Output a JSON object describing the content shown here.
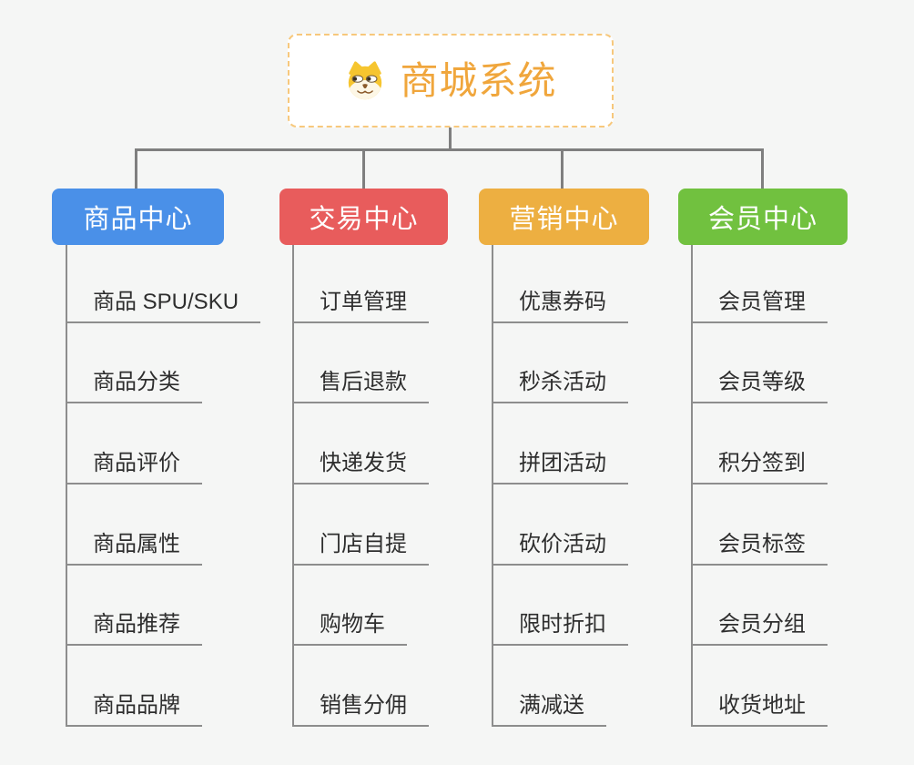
{
  "page": {
    "background": "#f5f6f5",
    "connector_color": "#7f7f7f"
  },
  "root": {
    "title": "商城系统",
    "icon": "shiba-dog-icon",
    "title_color": "#f0a63c",
    "border_color": "#f7c87c"
  },
  "branches": [
    {
      "label": "商品中心",
      "color": "#4a90e8",
      "children": [
        "商品 SPU/SKU",
        "商品分类",
        "商品评价",
        "商品属性",
        "商品推荐",
        "商品品牌"
      ]
    },
    {
      "label": "交易中心",
      "color": "#e85c5c",
      "children": [
        "订单管理",
        "售后退款",
        "快递发货",
        "门店自提",
        "购物车",
        "销售分佣"
      ]
    },
    {
      "label": "营销中心",
      "color": "#edaf41",
      "children": [
        "优惠券码",
        "秒杀活动",
        "拼团活动",
        "砍价活动",
        "限时折扣",
        "满减送"
      ]
    },
    {
      "label": "会员中心",
      "color": "#71c13f",
      "children": [
        "会员管理",
        "会员等级",
        "积分签到",
        "会员标签",
        "会员分组",
        "收货地址"
      ]
    }
  ]
}
